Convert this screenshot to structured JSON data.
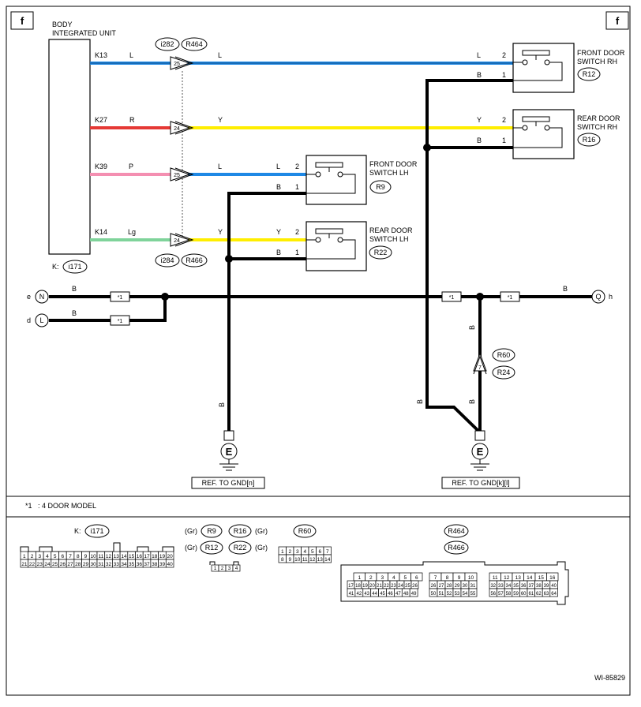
{
  "corner_flag": "f",
  "unit": {
    "title_line1": "BODY",
    "title_line2": "INTEGRATED UNIT",
    "id_prefix": "K:",
    "id": "i171"
  },
  "pins": {
    "k13": "K13",
    "k27": "K27",
    "k39": "K39",
    "k14": "K14"
  },
  "wire_colors": {
    "L": "L",
    "R": "R",
    "P": "P",
    "Lg": "Lg",
    "Y": "Y",
    "B": "B"
  },
  "connectors": {
    "top1": "i282",
    "top2": "R464",
    "bot1": "i284",
    "bot2": "R466"
  },
  "joint_pins": {
    "j1": "25",
    "j2": "24",
    "j3": "25",
    "j4": "24"
  },
  "switch_pins": {
    "p2": "2",
    "p1": "1"
  },
  "switches": {
    "front_rh": {
      "line1": "FRONT DOOR",
      "line2": "SWITCH RH",
      "id": "R12"
    },
    "rear_rh": {
      "line1": "REAR DOOR",
      "line2": "SWITCH RH",
      "id": "R16"
    },
    "front_lh": {
      "line1": "FRONT DOOR",
      "line2": "SWITCH LH",
      "id": "R9"
    },
    "rear_lh": {
      "line1": "REAR DOOR",
      "line2": "SWITCH LH",
      "id": "R22"
    }
  },
  "bus": {
    "left_e": "e",
    "node_n": "N",
    "left_d": "d",
    "node_l": "L",
    "right_h": "h",
    "node_q": "Q",
    "star_label": "*1"
  },
  "r60_joint": {
    "pin": "7",
    "id1": "R60",
    "id2": "R24"
  },
  "ground": {
    "symbol": "E",
    "ref1": "REF. TO GND[n]",
    "ref2": "REF. TO GND[k][l]"
  },
  "footnote": {
    "mark": "*1",
    "text": ": 4 DOOR MODEL"
  },
  "legend": {
    "k_prefix": "K:",
    "k_id": "i171",
    "gr": "(Gr)",
    "ids_row1": [
      "R9",
      "R16"
    ],
    "ids_row2": [
      "R12",
      "R22"
    ],
    "r60": "R60",
    "r464": "R464",
    "r466": "R466",
    "i171_row1": [
      "1",
      "2",
      "3",
      "4",
      "5",
      "6",
      "7",
      "8",
      "9",
      "10",
      "11",
      "12",
      "13",
      "14",
      "15",
      "16",
      "17",
      "18",
      "19",
      "20"
    ],
    "i171_row2": [
      "21",
      "22",
      "23",
      "24",
      "25",
      "26",
      "27",
      "28",
      "29",
      "30",
      "31",
      "32",
      "33",
      "34",
      "35",
      "36",
      "37",
      "38",
      "39",
      "40"
    ],
    "small4": [
      "1",
      "2",
      "3",
      "4"
    ],
    "r60_row1": [
      "1",
      "2",
      "3",
      "4",
      "5",
      "6",
      "7"
    ],
    "r60_row2": [
      "8",
      "9",
      "10",
      "11",
      "12",
      "13",
      "14"
    ],
    "b1_top": [
      "1",
      "2",
      "3",
      "4",
      "5",
      "6"
    ],
    "b1_row2": [
      "17",
      "18",
      "19",
      "20",
      "21",
      "22",
      "23",
      "24",
      "25",
      "26"
    ],
    "b1_row3": [
      "41",
      "42",
      "43",
      "44",
      "45",
      "46",
      "47",
      "48",
      "49"
    ],
    "b2_top": [
      "7",
      "8",
      "9",
      "10"
    ],
    "b2_row2": [
      "26",
      "27",
      "28",
      "29",
      "30",
      "31"
    ],
    "b2_row3": [
      "50",
      "51",
      "52",
      "53",
      "54",
      "55"
    ],
    "b3_top": [
      "11",
      "12",
      "13",
      "14",
      "15",
      "16"
    ],
    "b3_row2": [
      "32",
      "33",
      "34",
      "35",
      "36",
      "37",
      "38",
      "39",
      "40"
    ],
    "b3_row3": [
      "56",
      "57",
      "58",
      "59",
      "60",
      "61",
      "62",
      "63",
      "64"
    ]
  },
  "code": "WI-85829"
}
